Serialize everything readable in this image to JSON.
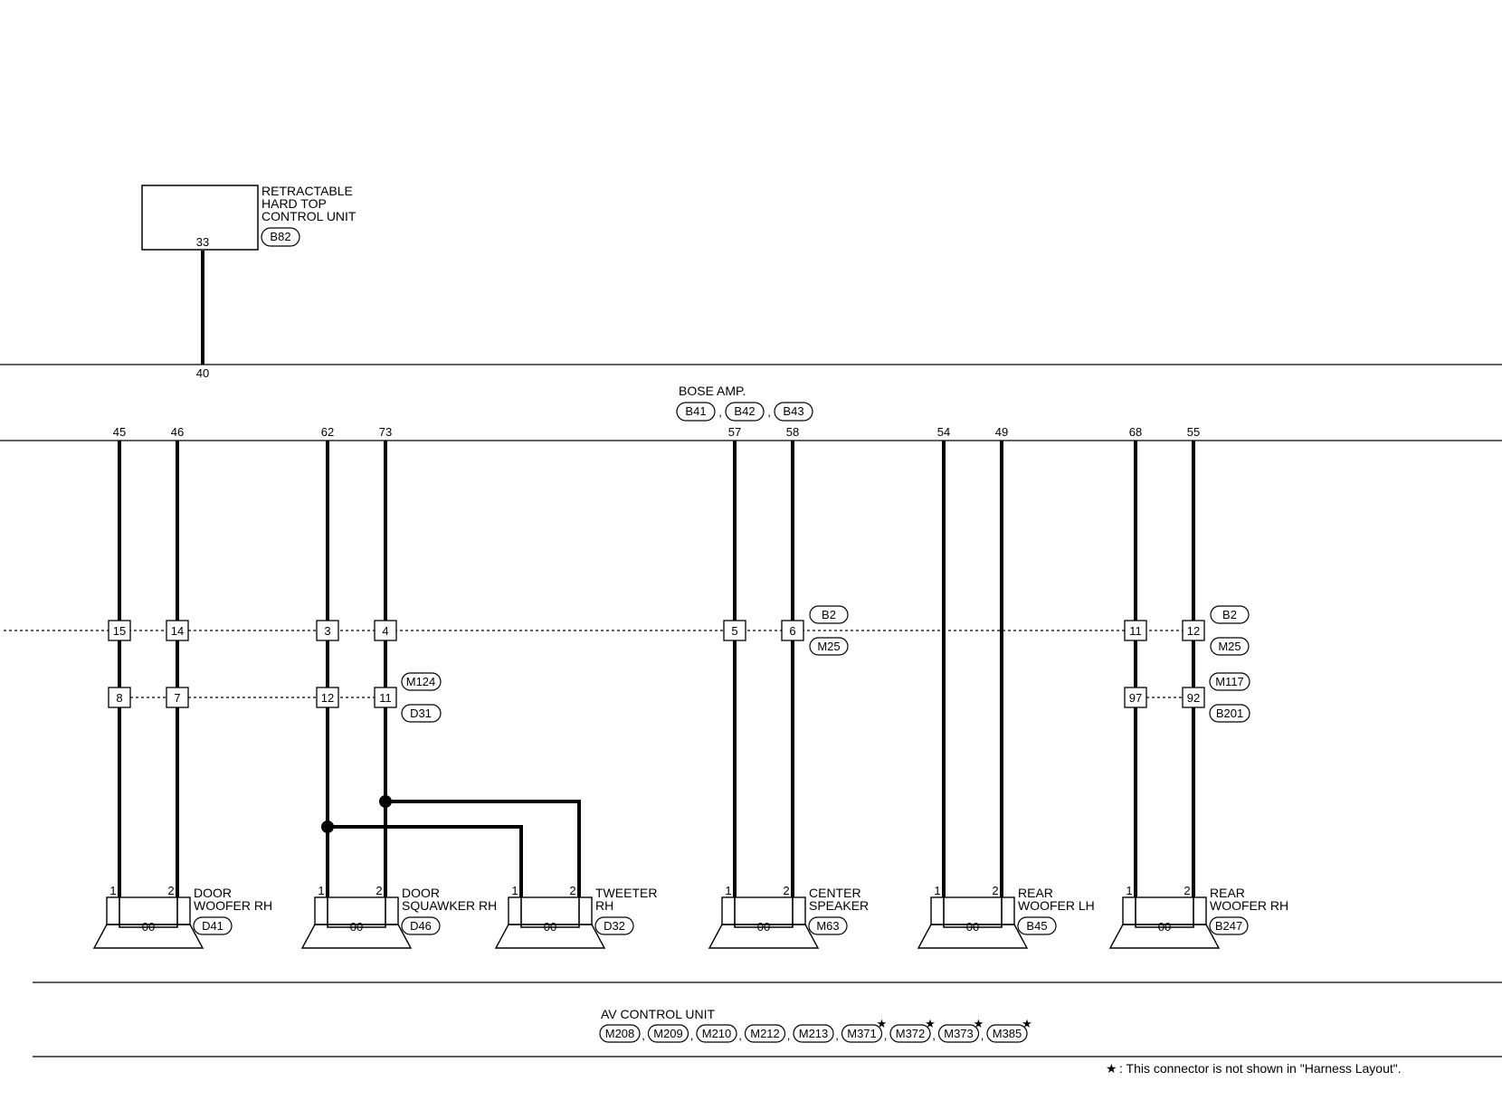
{
  "retractable_unit": {
    "label_lines": [
      "RETRACTABLE",
      "HARD TOP",
      "CONTROL UNIT"
    ],
    "connector": "B82",
    "pin": "33"
  },
  "bose_amp": {
    "label": "BOSE AMP.",
    "connectors": [
      "B41",
      "B42",
      "B43"
    ],
    "junction_pin": "40",
    "pins": [
      "45",
      "46",
      "62",
      "73",
      "57",
      "58",
      "54",
      "49",
      "68",
      "55"
    ]
  },
  "inline_row_1": {
    "pins": [
      "15",
      "14",
      "3",
      "4",
      "5",
      "6",
      "11",
      "12"
    ],
    "connectors_center": [
      "B2",
      "M25"
    ],
    "connectors_right": [
      "B2",
      "M25"
    ]
  },
  "inline_row_2": {
    "pins": [
      "8",
      "7",
      "12",
      "11",
      "97",
      "92"
    ],
    "connectors_left": [
      "M124",
      "D31"
    ],
    "connectors_right": [
      "M117",
      "B201"
    ]
  },
  "speakers": [
    {
      "label_lines": [
        "DOOR",
        "WOOFER RH"
      ],
      "connector": "D41",
      "pins": [
        "1",
        "2"
      ],
      "symbol": "00"
    },
    {
      "label_lines": [
        "DOOR",
        "SQUAWKER RH"
      ],
      "connector": "D46",
      "pins": [
        "1",
        "2"
      ],
      "symbol": "00"
    },
    {
      "label_lines": [
        "TWEETER",
        "RH"
      ],
      "connector": "D32",
      "pins": [
        "1",
        "2"
      ],
      "symbol": "00"
    },
    {
      "label_lines": [
        "CENTER",
        "SPEAKER"
      ],
      "connector": "M63",
      "pins": [
        "1",
        "2"
      ],
      "symbol": "00"
    },
    {
      "label_lines": [
        "REAR",
        "WOOFER LH"
      ],
      "connector": "B45",
      "pins": [
        "1",
        "2"
      ],
      "symbol": "00"
    },
    {
      "label_lines": [
        "REAR",
        "WOOFER RH"
      ],
      "connector": "B247",
      "pins": [
        "1",
        "2"
      ],
      "symbol": "00"
    }
  ],
  "av_control_unit": {
    "label": "AV CONTROL UNIT",
    "connectors": [
      "M208",
      "M209",
      "M210",
      "M212",
      "M213",
      "M371",
      "M372",
      "M373",
      "M385"
    ],
    "starred": [
      "M371",
      "M372",
      "M373",
      "M385"
    ]
  },
  "footnote": {
    "star": "★",
    "text": ": This connector is not shown in \"Harness Layout\"."
  }
}
